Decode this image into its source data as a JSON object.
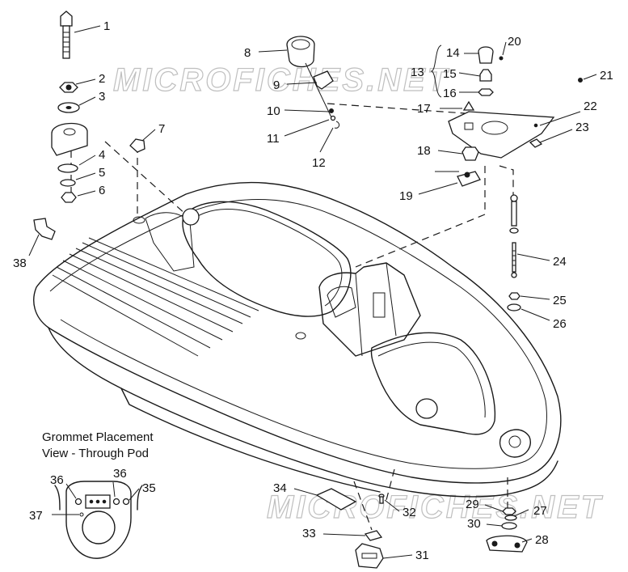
{
  "watermark": "MICROFICHES.NET",
  "caption": {
    "line1": "Grommet Placement",
    "line2": "View - Through Pod"
  },
  "callouts": [
    {
      "id": "c1",
      "text": "1"
    },
    {
      "id": "c2",
      "text": "2"
    },
    {
      "id": "c3",
      "text": "3"
    },
    {
      "id": "c4",
      "text": "4"
    },
    {
      "id": "c5",
      "text": "5"
    },
    {
      "id": "c6",
      "text": "6"
    },
    {
      "id": "c7",
      "text": "7"
    },
    {
      "id": "c8",
      "text": "8"
    },
    {
      "id": "c9",
      "text": "9"
    },
    {
      "id": "c10",
      "text": "10"
    },
    {
      "id": "c11",
      "text": "11"
    },
    {
      "id": "c12",
      "text": "12"
    },
    {
      "id": "c13",
      "text": "13"
    },
    {
      "id": "c14",
      "text": "14"
    },
    {
      "id": "c15",
      "text": "15"
    },
    {
      "id": "c16",
      "text": "16"
    },
    {
      "id": "c17",
      "text": "17"
    },
    {
      "id": "c18",
      "text": "18"
    },
    {
      "id": "c19",
      "text": "19"
    },
    {
      "id": "c20",
      "text": "20"
    },
    {
      "id": "c21",
      "text": "21"
    },
    {
      "id": "c22",
      "text": "22"
    },
    {
      "id": "c23",
      "text": "23"
    },
    {
      "id": "c24",
      "text": "24"
    },
    {
      "id": "c25",
      "text": "25"
    },
    {
      "id": "c26",
      "text": "26"
    },
    {
      "id": "c27",
      "text": "27"
    },
    {
      "id": "c28",
      "text": "28"
    },
    {
      "id": "c29",
      "text": "29"
    },
    {
      "id": "c30",
      "text": "30"
    },
    {
      "id": "c31",
      "text": "31"
    },
    {
      "id": "c32",
      "text": "32"
    },
    {
      "id": "c33",
      "text": "33"
    },
    {
      "id": "c34",
      "text": "34"
    },
    {
      "id": "c35",
      "text": "35"
    },
    {
      "id": "c36a",
      "text": "36"
    },
    {
      "id": "c36b",
      "text": "36"
    },
    {
      "id": "c37",
      "text": "37"
    },
    {
      "id": "c38",
      "text": "38"
    }
  ]
}
